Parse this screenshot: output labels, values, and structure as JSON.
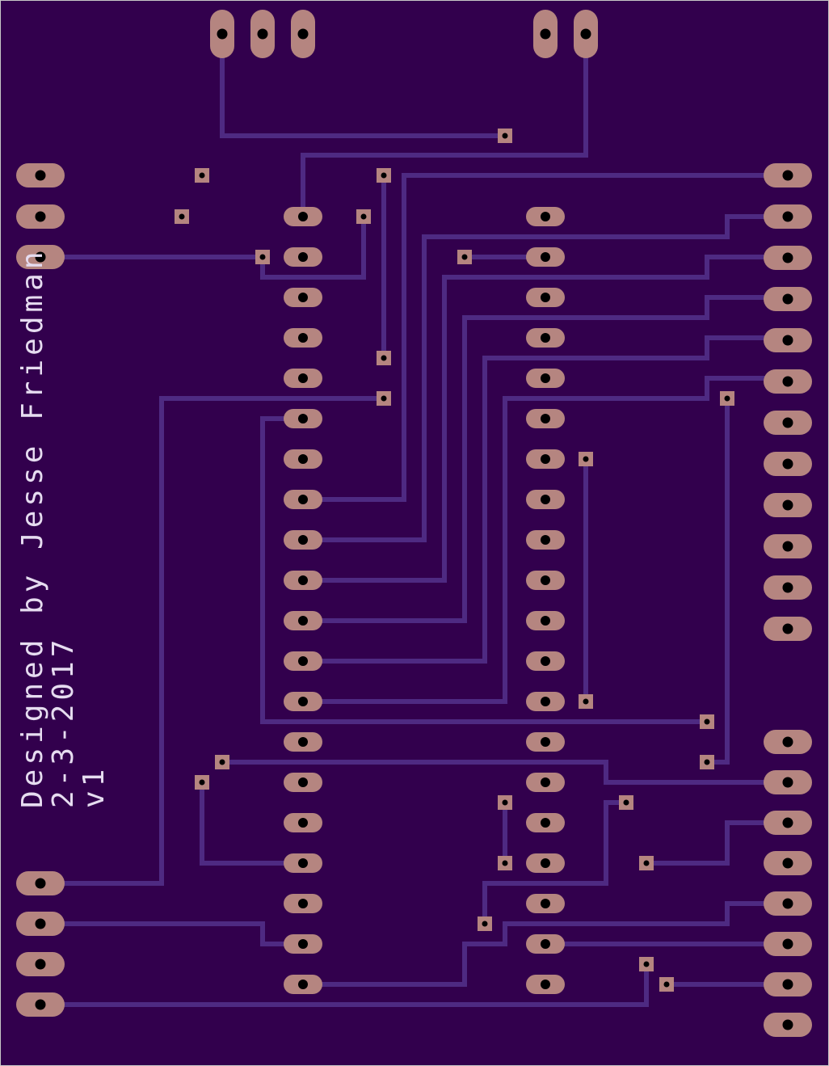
{
  "board": {
    "colors": {
      "substrate": "#32004d",
      "trace": "#4e2a82",
      "pad": "#b58580",
      "drill": "#000000",
      "silkscreen": "#e6dcf0",
      "outline": "#c8c8c8"
    }
  },
  "silkscreen": {
    "line1": "Designed by Jesse Friedman",
    "line2": "2-3-2017",
    "line3": "v1"
  }
}
